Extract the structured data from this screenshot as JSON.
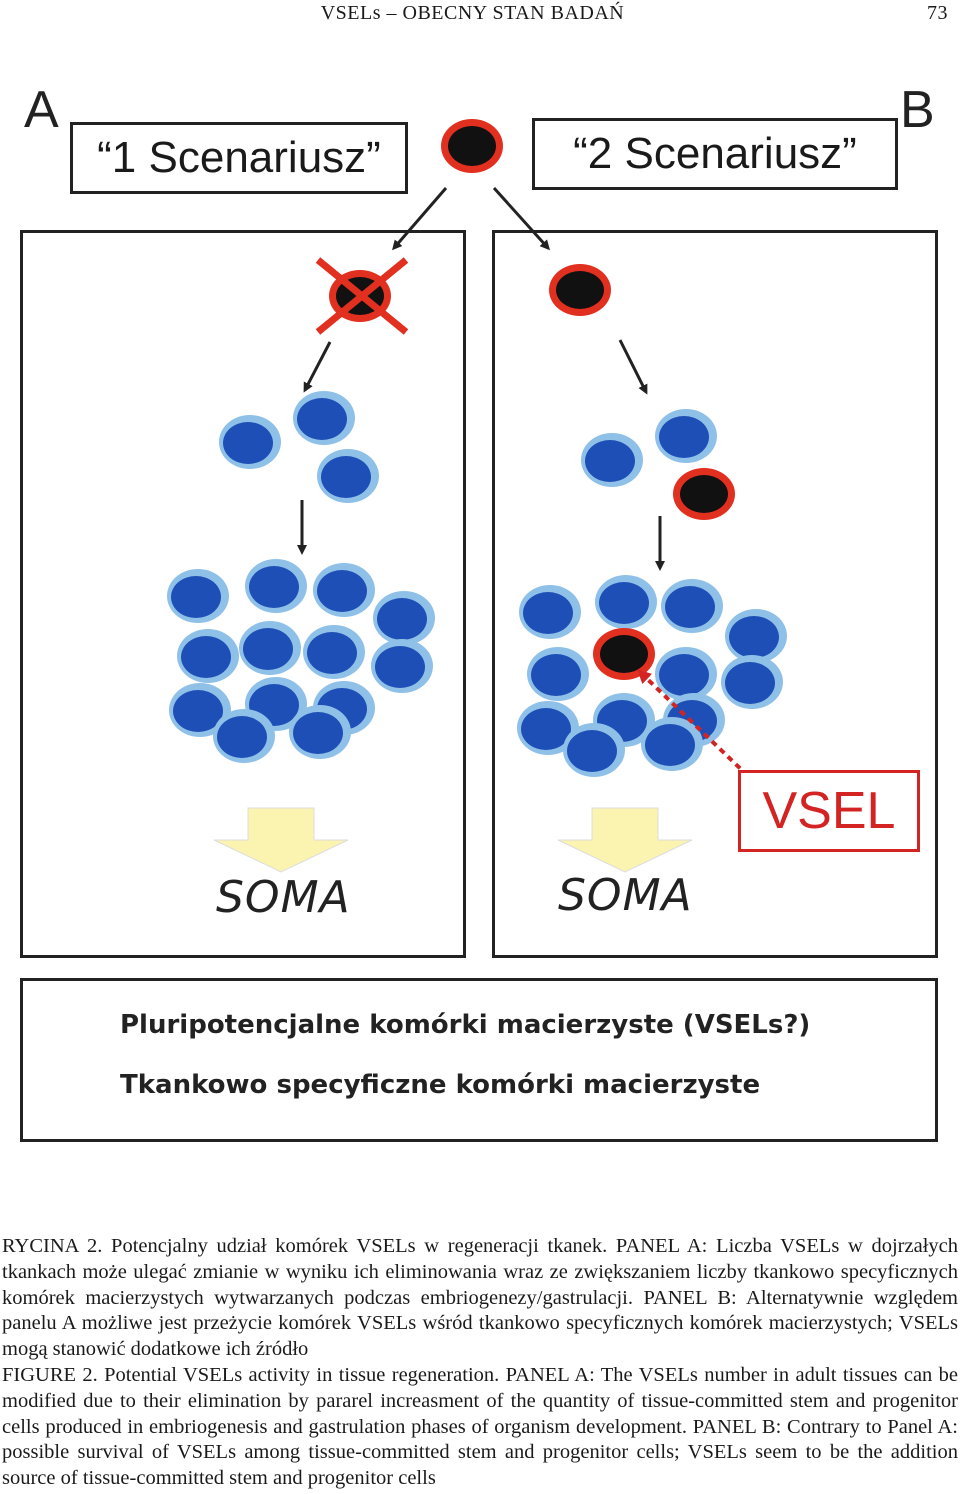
{
  "running_head": {
    "title": "VSELs – OBECNY STAN BADAŃ",
    "page_number": "73"
  },
  "figure": {
    "panel_a": {
      "letter": "A",
      "scenario": "“1 Scenariusz”",
      "soma": "SOMA"
    },
    "panel_b": {
      "letter": "B",
      "scenario": "“2 Scenariusz”",
      "soma": "SOMA",
      "callout": "VSEL"
    },
    "legend": [
      {
        "label": "Pluripotencjalne komórki macierzyste (VSELs?)",
        "cell": "vsel"
      },
      {
        "label": "Tkankowo specyficzne komórki macierzyste",
        "cell": "tissue"
      }
    ],
    "colors": {
      "vsel_ring": "#e1301f",
      "vsel_core": "#111111",
      "tissue_ring": "#8fc1e8",
      "tissue_core": "#1e4fb6",
      "soma_arrow": "#fbf3b0",
      "cross": "#e1301f",
      "callout": "#d32323"
    }
  },
  "caption": {
    "pl": "RYCINA 2. Potencjalny udział komórek VSELs w regeneracji tkanek. PANEL A: Liczba VSELs w dojrzałych tkankach może ulegać zmianie w wyniku ich eliminowania wraz ze zwiększaniem liczby tkankowo specyficznych komórek macierzystych wytwarzanych podczas embriogenezy/gastrulacji. PANEL B: Alternatywnie względem panelu A możliwe jest przeżycie komórek VSELs wśród tkankowo specyficznych komórek macierzystych; VSELs mogą stanowić dodatkowe ich źródło",
    "en": "FIGURE 2. Potential VSELs activity in tissue regeneration. PANEL A: The VSELs number in adult tissues can be modified due to their elimination by pararel increasment of the quantity of tissue-committed stem and progenitor cells produced in embriogenesis and gastrulation phases of organism development. PANEL B: Contrary to Panel A: possible survival of VSELs among tissue-committed stem and progenitor cells; VSELs seem to be the addition source of tissue-committed stem and progenitor cells"
  }
}
